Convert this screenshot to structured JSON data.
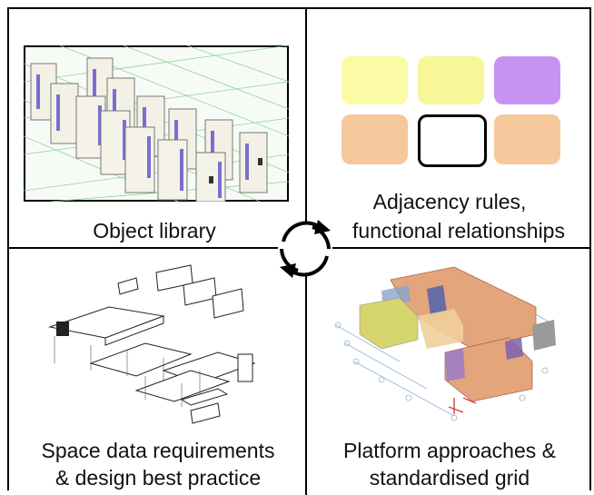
{
  "quadrants": {
    "top_left": {
      "caption": "Object library"
    },
    "top_right": {
      "caption_line1": "Adjacency rules,",
      "caption_line2": "functional relationships",
      "tiles": [
        {
          "color": "#fbfba6"
        },
        {
          "color": "#f7f79a"
        },
        {
          "color": "#c793f2"
        },
        {
          "color": "#f6c79b"
        },
        {
          "color": "#ffffff"
        },
        {
          "color": "#f6c79b"
        }
      ]
    },
    "bottom_left": {
      "caption_line1": "Space data requirements",
      "caption_line2": "& design best practice"
    },
    "bottom_right": {
      "caption_line1": "Platform approaches &",
      "caption_line2": "standardised grid"
    }
  },
  "center": {
    "icon": "cycle-arrows-icon"
  }
}
